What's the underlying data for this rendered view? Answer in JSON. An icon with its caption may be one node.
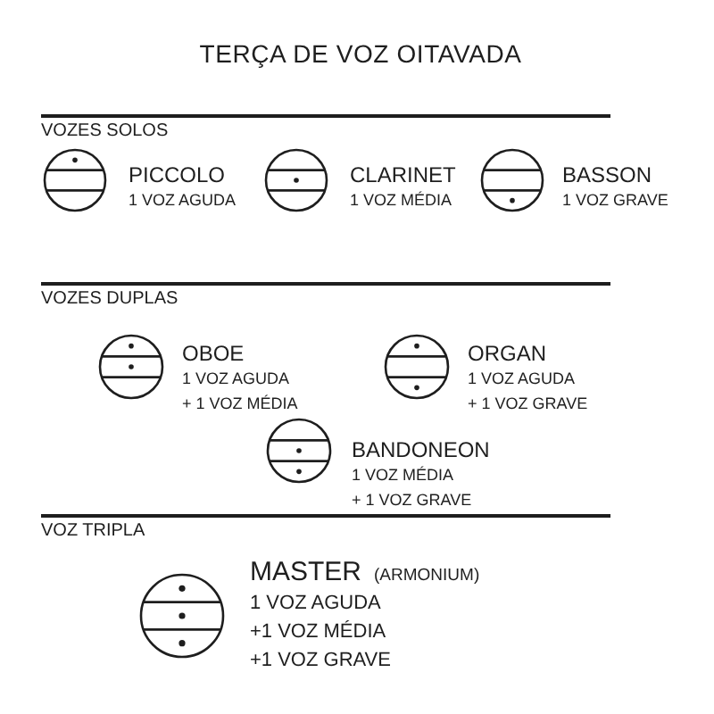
{
  "diagram": {
    "title": "TERÇA DE VOZ OITAVADA",
    "nodes": [
      {
        "text": [],
        "shape": "circle",
        "beside": [
          "PICCOLO",
          "1 VOZ AGUDA"
        ]
      },
      {
        "text": [],
        "shape": "circle",
        "beside": [
          "CLARINET",
          "1 VOZ MÉDIA"
        ]
      },
      {
        "text": [],
        "shape": "circle",
        "beside": [
          "BASSON",
          "1 VOZ GRAVE"
        ]
      },
      {
        "text": [],
        "shape": "circle",
        "beside": [
          "OBOE",
          "1 VOZ AGUDA",
          "+ 1 VOZ MÉDIA"
        ]
      },
      {
        "text": [],
        "shape": "circle",
        "beside": [
          "ORGAN",
          "1 VOZ AGUDA",
          "+ 1 VOZ GRAVE"
        ]
      },
      {
        "text": [],
        "shape": "circle",
        "beside": [
          "BANDONEON",
          "1 VOZ MÉDIA",
          "+ 1 VOZ GRAVE"
        ]
      },
      {
        "text": [],
        "shape": "circle",
        "beside": [
          "MASTER",
          "(ARMONIUM)",
          "1 VOZ AGUDA",
          "+1 VOZ MÉDIA",
          "+1 VOZ GRAVE"
        ]
      }
    ],
    "labels": [
      "VOZES SOLOS",
      "VOZES DUPLAS",
      "VOZ TRIPLA"
    ]
  }
}
